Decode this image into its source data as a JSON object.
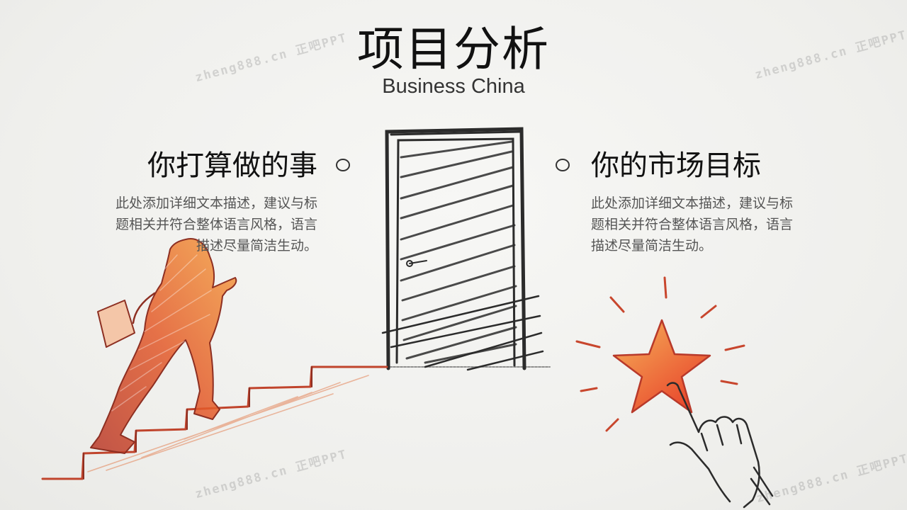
{
  "slide": {
    "title": "项目分析",
    "subtitle": "Business China"
  },
  "left_section": {
    "heading": "你打算做的事",
    "description": [
      "此处添加详细文本描述，建议与标",
      "题相关并符合整体语言风格，语言",
      "描述尽量简洁生动。"
    ]
  },
  "right_section": {
    "heading": "你的市场目标",
    "description": [
      "此处添加详细文本描述，建议与标",
      "题相关并符合整体语言风格，语言",
      "描述尽量简洁生动。"
    ]
  },
  "watermark": {
    "text": "zheng888.cn 正吧PPT"
  },
  "colors": {
    "sketch_dark": "#2b2b2b",
    "sketch_red": "#c8462d",
    "sketch_orange": "#f08a30"
  },
  "illustrations": [
    "man-climbing-stairs",
    "door",
    "star",
    "hand-pointing"
  ]
}
